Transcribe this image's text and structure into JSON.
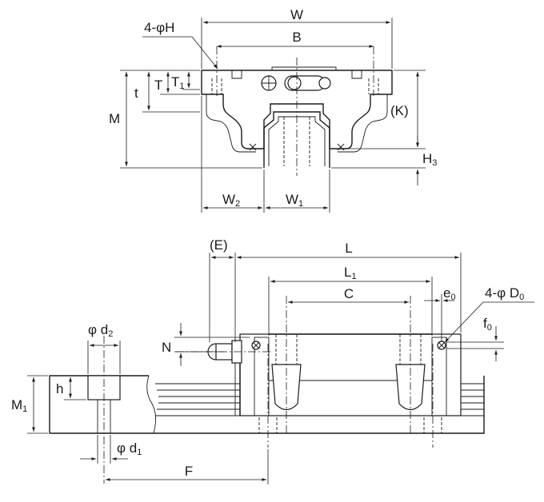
{
  "labels": {
    "W": "W",
    "B": "B",
    "holes_H": "4-φH",
    "t": "t",
    "T": "T",
    "T1_main": "T",
    "T1_sub": "1",
    "M": "M",
    "K": "(K)",
    "H3_main": "H",
    "H3_sub": "3",
    "W2_main": "W",
    "W2_sub": "2",
    "W1_main": "W",
    "W1_sub": "1",
    "E": "(E)",
    "L": "L",
    "L1_main": "L",
    "L1_sub": "1",
    "C": "C",
    "e0_main": "e",
    "e0_sub": "0",
    "D0_main": "4-φ D",
    "D0_sub": "0",
    "f0_main": "f",
    "f0_sub": "0",
    "N": "N",
    "d2_main": "φ d",
    "d2_sub": "2",
    "h": "h",
    "M1_main": "M",
    "M1_sub": "1",
    "d1_main": "φ d",
    "d1_sub": "1",
    "F": "F"
  }
}
